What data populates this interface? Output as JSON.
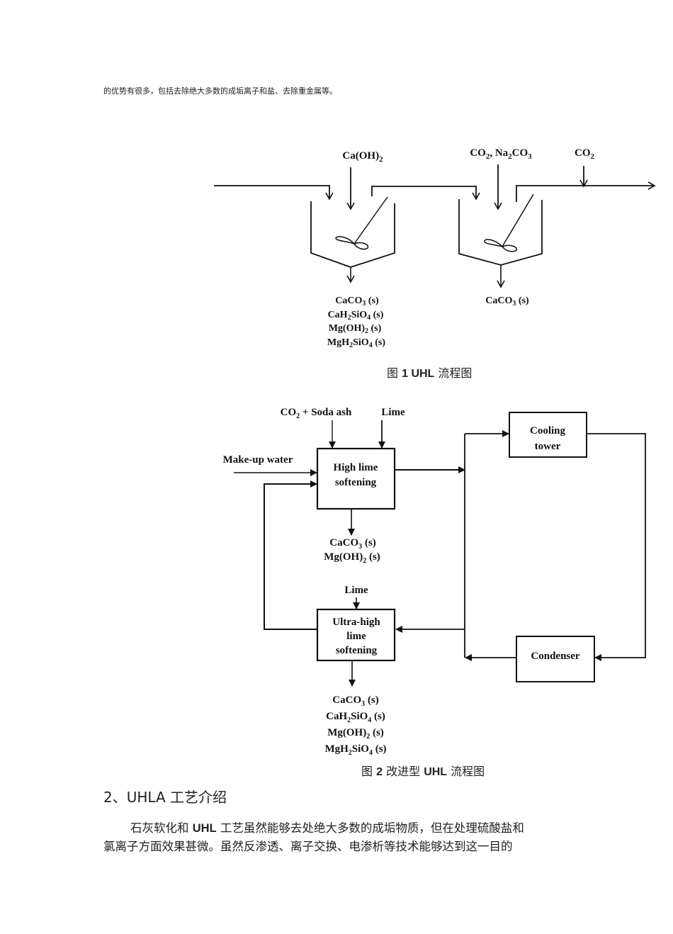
{
  "intro_line": "的优势有很多，包括去除绝大多数的成垢离子和盐、去除重金属等。",
  "figure1": {
    "inputs": {
      "tank1_reagent": "Ca(OH)2",
      "tank2_reagent": "CO2, Na2CO3",
      "outlet_reagent": "CO2"
    },
    "tank1_precipitates": [
      "CaCO3 (s)",
      "CaH2SiO4 (s)",
      "Mg(OH)2 (s)",
      "MgH2SiO4 (s)"
    ],
    "tank2_precipitates": [
      "CaCO3 (s)"
    ],
    "caption": {
      "prefix": "图 ",
      "number": "1 UHL",
      "suffix": " 流程图"
    }
  },
  "figure2": {
    "labels": {
      "co2_soda": "CO2 + Soda ash",
      "lime_top": "Lime",
      "makeup_water": "Make-up water",
      "lime_bottom": "Lime"
    },
    "boxes": {
      "high_lime": [
        "High lime",
        "softening"
      ],
      "cooling_tower": [
        "Cooling",
        "tower"
      ],
      "ultra_high": [
        "Ultra-high",
        "lime",
        "softening"
      ],
      "condenser": [
        "Condenser"
      ]
    },
    "high_lime_precipitates": [
      "CaCO3 (s)",
      "Mg(OH)2 (s)"
    ],
    "ultra_high_precipitates": [
      "CaCO3 (s)",
      "CaH2SiO4 (s)",
      "Mg(OH)2 (s)",
      "MgH2SiO4 (s)"
    ],
    "caption": {
      "prefix": "图 ",
      "number": "2",
      "middle": " 改进型 ",
      "bold2": "UHL",
      "suffix": " 流程图"
    }
  },
  "section": {
    "heading": "2、UHLA 工艺介绍",
    "paragraph_line1_a": "石灰软化和 ",
    "paragraph_line1_bold": "UHL",
    "paragraph_line1_b": " 工艺虽然能够去处绝大多数的成垢物质，但在处理硫酸盐和",
    "paragraph_line2": "氯离子方面效果甚微。虽然反渗透、离子交换、电渗析等技术能够达到这一目的"
  }
}
